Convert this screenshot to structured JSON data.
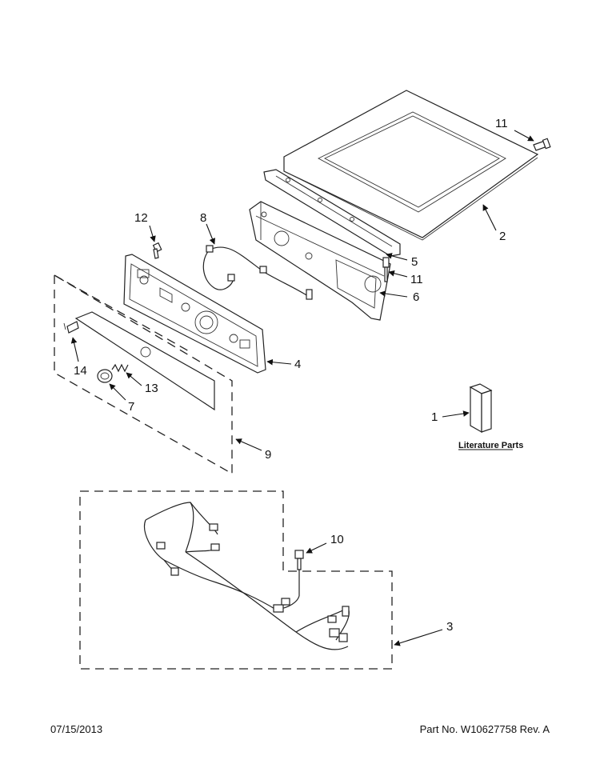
{
  "callouts": {
    "c1": "1",
    "c2": "2",
    "c3": "3",
    "c4": "4",
    "c5": "5",
    "c6": "6",
    "c7": "7",
    "c8": "8",
    "c9": "9",
    "c10": "10",
    "c11a": "11",
    "c11b": "11",
    "c12": "12",
    "c13": "13",
    "c14": "14"
  },
  "literature_label": "Literature Parts",
  "footer": {
    "date": "07/15/2013",
    "part_no": "Part No.  W10627758  Rev.  A"
  }
}
